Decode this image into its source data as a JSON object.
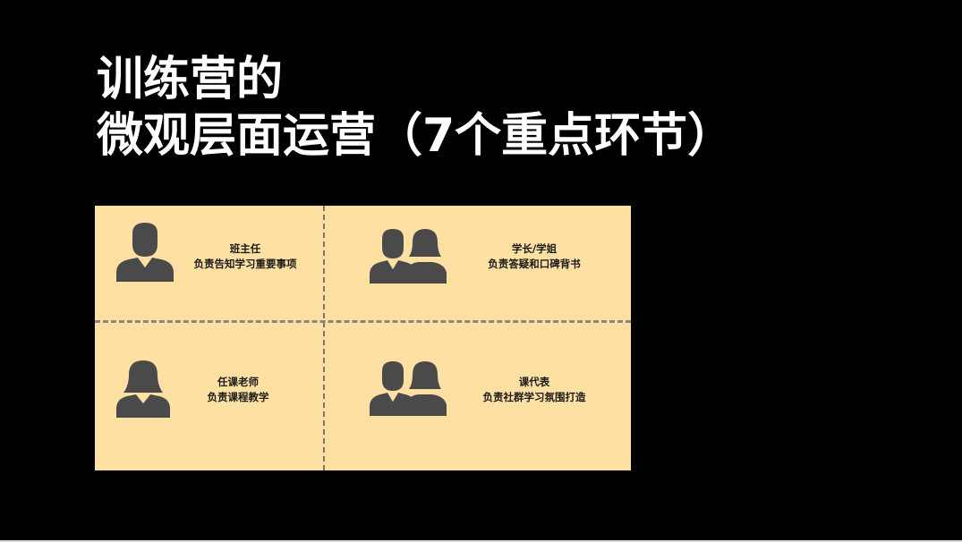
{
  "title": {
    "line1": "训练营的",
    "line2": "微观层面运营（7个重点环节）"
  },
  "panel": {
    "background": "#ffe0a3",
    "icon_color": "#4a4a4a"
  },
  "cells": [
    {
      "icon": "male-person-icon",
      "role": "班主任",
      "duty": "负责告知学习重要事项"
    },
    {
      "icon": "couple-icon",
      "role": "学长/学姐",
      "duty": "负责答疑和口碑背书"
    },
    {
      "icon": "female-person-icon",
      "role": "任课老师",
      "duty": "负责课程教学"
    },
    {
      "icon": "couple-icon",
      "role": "课代表",
      "duty": "负责社群学习氛围打造"
    }
  ]
}
